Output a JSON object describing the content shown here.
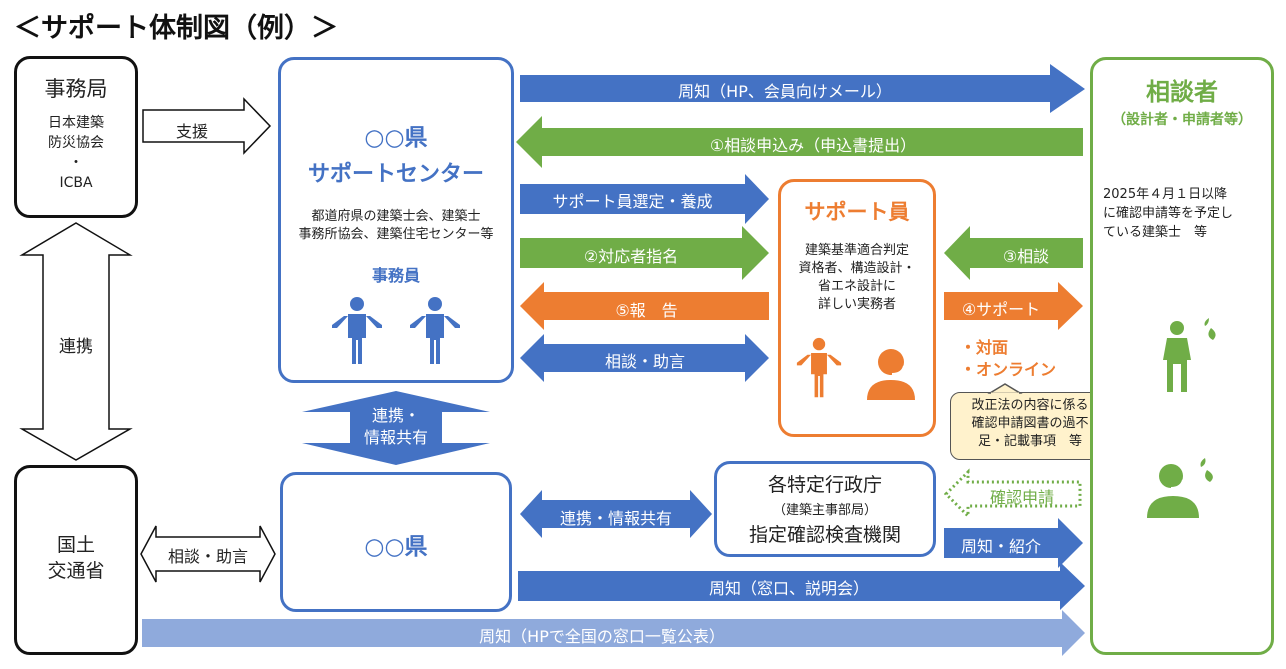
{
  "title": "＜サポート体制図（例）＞",
  "colors": {
    "blue": "#4472c4",
    "green": "#70ad47",
    "orange": "#ed7d31",
    "light_blue": "#8faadc",
    "callout_bg": "#fff2cc"
  },
  "secretariat": {
    "title": "事務局",
    "org_line1": "日本建築",
    "org_line2": "防災協会",
    "dot": "・",
    "org_line3": "ICBA"
  },
  "support_arrow": {
    "label": "支援"
  },
  "cooperation_arrow": {
    "label": "連携"
  },
  "mlit": {
    "line1": "国土",
    "line2": "交通省"
  },
  "mlit_arrow": {
    "label": "相談・助言"
  },
  "support_center": {
    "line1": "○○県",
    "line2": "サポートセンター",
    "desc1": "都道府県の建築士会、建築士",
    "desc2": "事務所協会、建築住宅センター等",
    "staff_label": "事務員",
    "icons": [
      "person-icon",
      "person-icon"
    ]
  },
  "center_pref_arrow": {
    "line1": "連携・",
    "line2": "情報共有"
  },
  "prefecture": {
    "label": "○○県"
  },
  "supporter": {
    "title": "サポート員",
    "desc1": "建築基準適合判定",
    "desc2": "資格者、構造設計・",
    "desc3": "省エネ設計に",
    "desc4": "詳しい実務者",
    "icons": [
      "person-icon",
      "headset-operator-icon"
    ]
  },
  "consultant": {
    "title": "相談者",
    "subtitle": "（設計者・申請者等）",
    "desc1": "2025年４月１日以降",
    "desc2": "に確認申請等を予定し",
    "desc3": "ている建築士　等",
    "icons": [
      "worried-person-icon",
      "worried-operator-icon"
    ]
  },
  "authority": {
    "line1": "各特定行政庁",
    "line2": "（建築主事部局）",
    "line3": "指定確認検査機関"
  },
  "arrows": {
    "notice_hp_mail": "周知（HP、会員向けメール）",
    "apply": "①相談申込み（申込書提出）",
    "select_train": "サポート員選定・養成",
    "assign": "②対応者指名",
    "report": "⑤報　告",
    "advice": "相談・助言",
    "consult": "③相談",
    "support": "④サポート",
    "pref_authority": "連携・情報共有",
    "application": "確認申請",
    "notice_intro": "周知・紹介",
    "notice_window": "周知（窓口、説明会）",
    "notice_national": "周知（HPで全国の窓口一覧公表）"
  },
  "support_modes": [
    "・対面",
    "・オンライン"
  ],
  "callout": {
    "line1": "改正法の内容に係る",
    "line2": "確認申請図書の過不",
    "line3": "足・記載事項　等"
  }
}
